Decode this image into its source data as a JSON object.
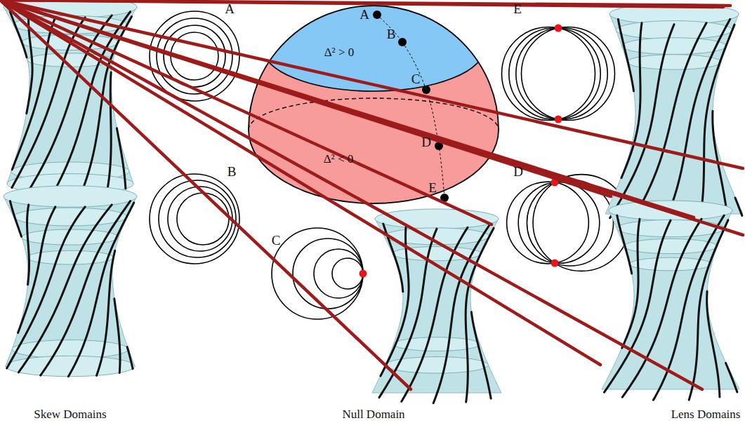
{
  "diagram": {
    "labels": [
      "A",
      "A",
      "B",
      "Δ² > 0",
      "E",
      "C",
      "Δ² < 0",
      "D",
      "B",
      "D",
      "E",
      "C",
      "Skew Domains",
      "Null Domain",
      "Lens Domains"
    ]
  }
}
